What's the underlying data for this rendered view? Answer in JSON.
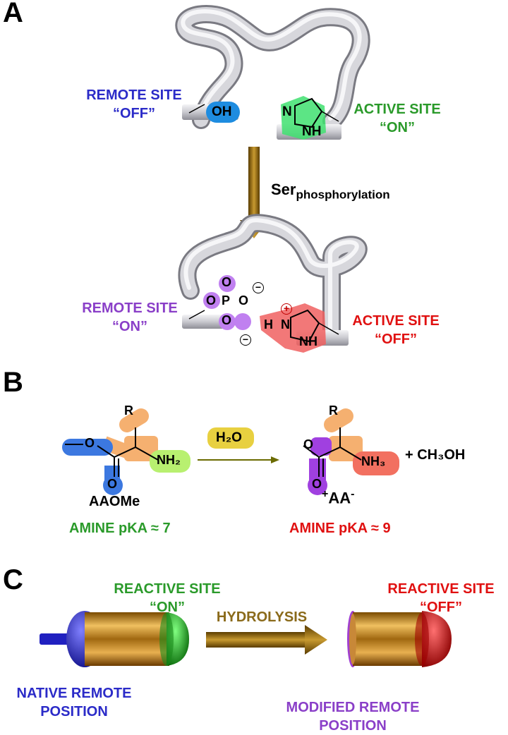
{
  "panels": {
    "a": "A",
    "b": "B",
    "c": "C"
  },
  "panel_a": {
    "top": {
      "remote_line1": "REMOTE SITE",
      "remote_line2": "“OFF”",
      "active_line1": "ACTIVE SITE",
      "active_line2": "“ON”",
      "oh": "OH",
      "n": "N",
      "nh": "NH"
    },
    "arrow_main": "Ser",
    "arrow_sub": "phosphorylation",
    "bottom": {
      "remote_line1": "REMOTE SITE",
      "remote_line2": "“ON”",
      "active_line1": "ACTIVE SITE",
      "active_line2": "“OFF”",
      "p": "P",
      "o": "O",
      "h": "H",
      "n": "N",
      "nh": "NH",
      "minus": "−",
      "plus": "+"
    }
  },
  "panel_b": {
    "reactant_name": "AAOMe",
    "reactant_pka": "AMINE pKA ≈ 7",
    "reagent": "H₂O",
    "product_name_sup1": "+",
    "product_name": "AA",
    "product_name_sup2": "-",
    "product_pka": "AMINE pKA ≈ 9",
    "byproduct": "+  CH₃OH",
    "r": "R",
    "nh2": "NH₂",
    "nh3": "NH₃",
    "o": "O"
  },
  "panel_c": {
    "left_top1": "REACTIVE SITE",
    "left_top2": "“ON”",
    "right_top1": "REACTIVE SITE",
    "right_top2": "“OFF”",
    "arrow": "HYDROLYSIS",
    "left_bottom1": "NATIVE REMOTE",
    "left_bottom2": "POSITION",
    "right_bottom1": "MODIFIED REMOTE",
    "right_bottom2": "POSITION"
  },
  "colors": {
    "blue": "#2b2bc8",
    "green": "#2a9a2a",
    "red": "#e01010",
    "purple": "#8a3fc8",
    "gold": "#8a6a1a"
  }
}
